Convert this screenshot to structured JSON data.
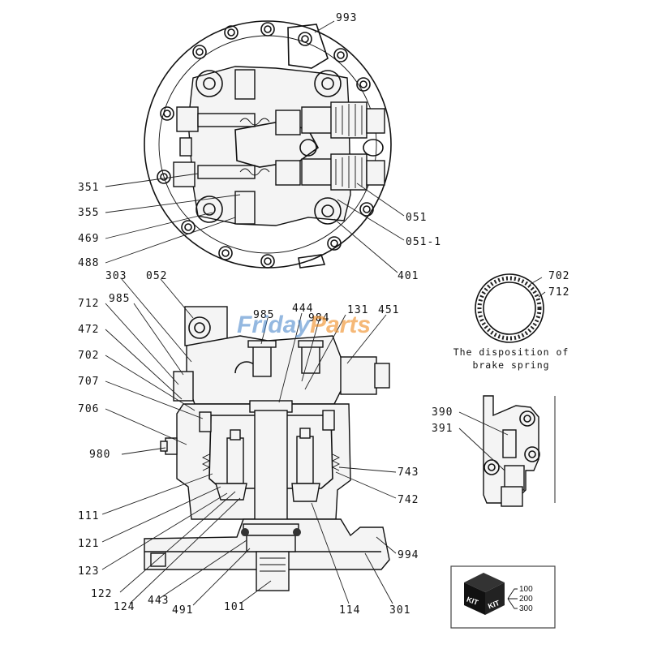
{
  "watermark": {
    "part1": "Friday",
    "part2": "Parts"
  },
  "caption": {
    "line1": "The disposition of",
    "line2": "brake spring"
  },
  "kit": {
    "badge1": "KIT",
    "badge2": "KIT",
    "numbers": [
      "100",
      "200",
      "300"
    ]
  },
  "labels": {
    "l993": "993",
    "l351": "351",
    "l355": "355",
    "l469": "469",
    "l488": "488",
    "l051": "051",
    "l051_1": "051-1",
    "l401": "401",
    "l303": "303",
    "l052": "052",
    "l712a": "712",
    "l985a": "985",
    "l472": "472",
    "l702a": "702",
    "l707": "707",
    "l706": "706",
    "l980": "980",
    "l985b": "985",
    "l444": "444",
    "l984": "984",
    "l131": "131",
    "l451": "451",
    "l702b": "702",
    "l712b": "712",
    "l390": "390",
    "l391": "391",
    "l743": "743",
    "l742": "742",
    "l994": "994",
    "l111": "111",
    "l121": "121",
    "l123": "123",
    "l122": "122",
    "l124": "124",
    "l443": "443",
    "l491": "491",
    "l101": "101",
    "l114": "114",
    "l301": "301"
  }
}
